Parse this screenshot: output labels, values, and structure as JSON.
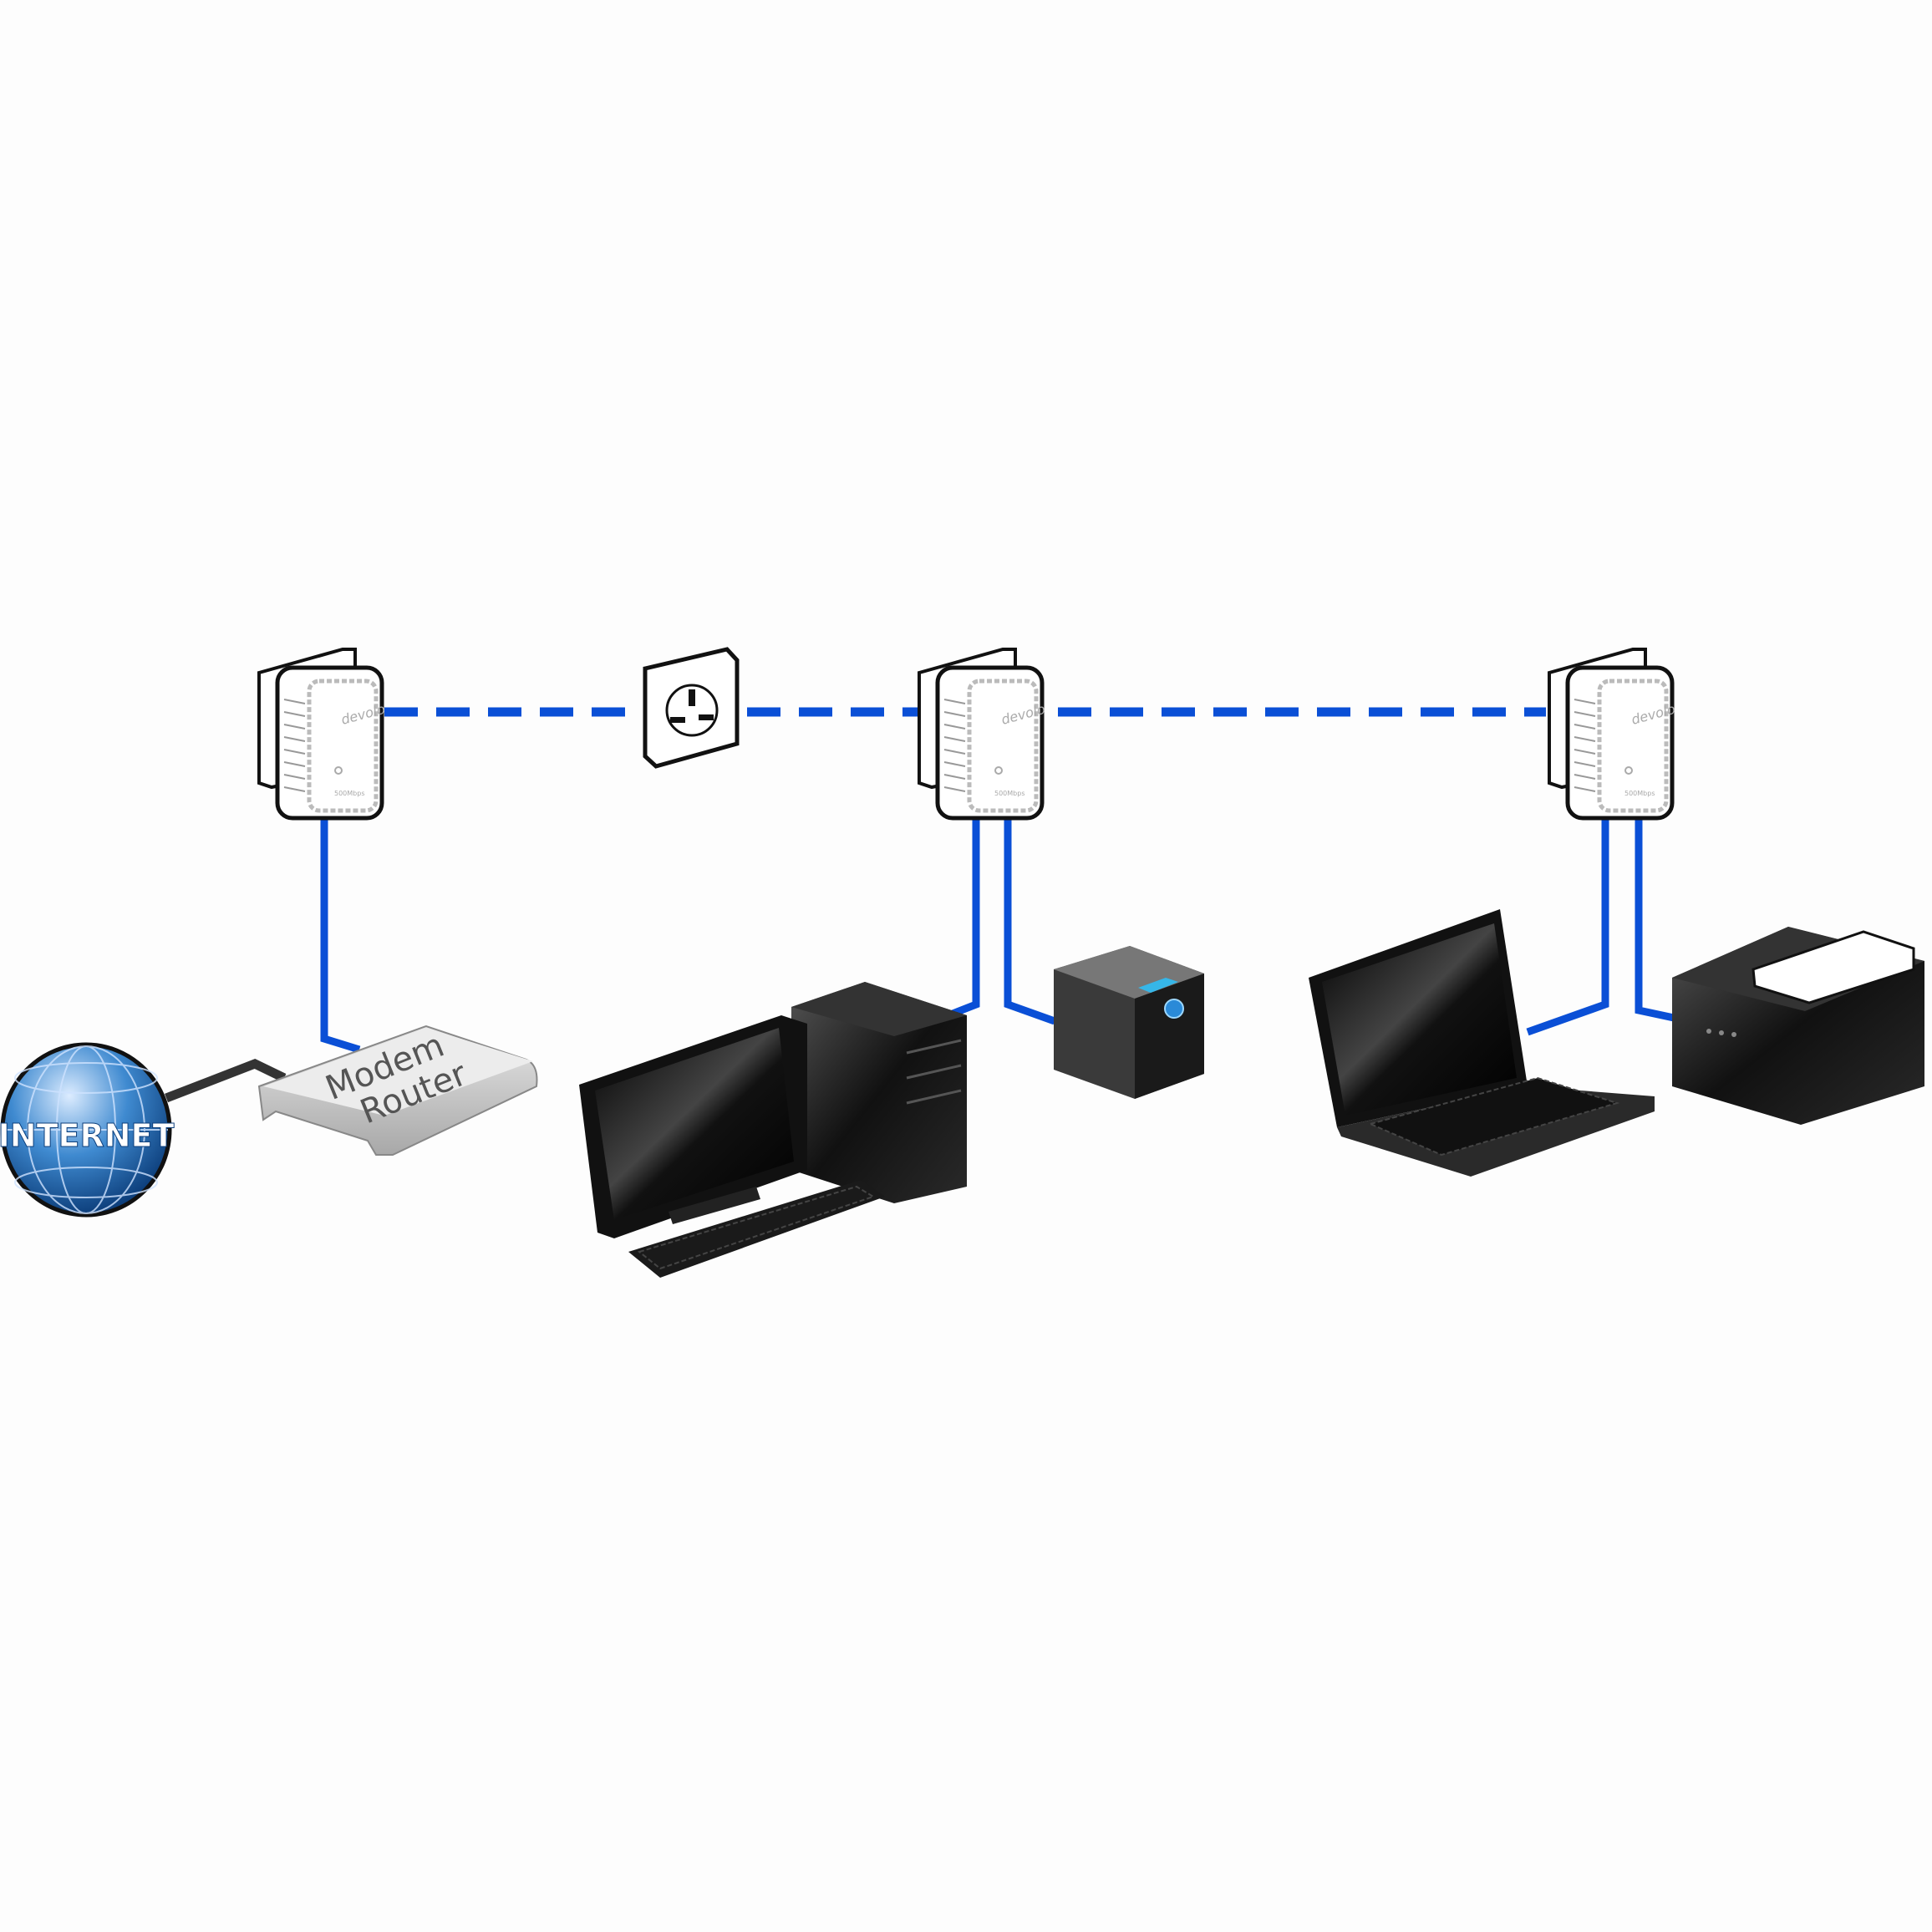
{
  "nodes": {
    "internet": {
      "label": "INTERNET"
    },
    "router": {
      "line1": "Modem",
      "line2": "Router"
    },
    "adapters": [
      {
        "brand": "devolo",
        "speed": "500Mbps"
      },
      {
        "brand": "devolo",
        "speed": "500Mbps"
      },
      {
        "brand": "devolo",
        "speed": "500Mbps"
      }
    ]
  },
  "colors": {
    "cable": "#0a4fd6",
    "internet_cable": "#333333",
    "globe": "#1f6fb8"
  },
  "icons": [
    "globe-icon",
    "router-icon",
    "powerline-adapter-icon",
    "wall-socket-icon",
    "desktop-pc-icon",
    "nas-icon",
    "laptop-icon",
    "printer-icon"
  ]
}
